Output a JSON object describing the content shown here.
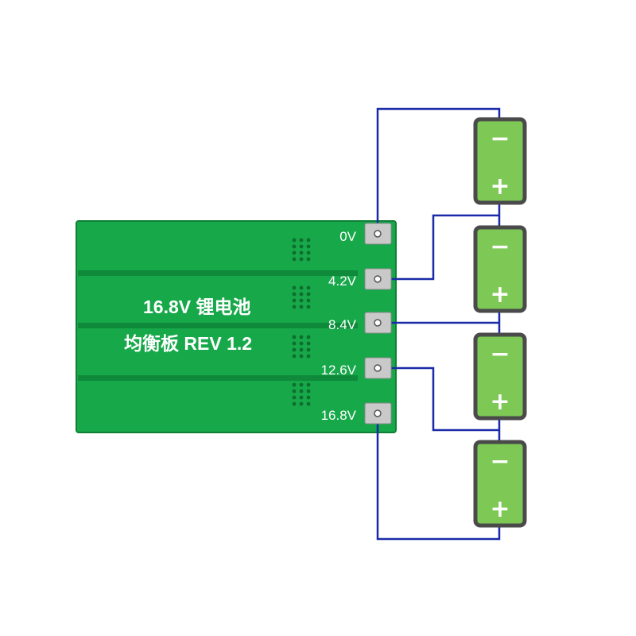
{
  "board": {
    "title_line1": "16.8V 锂电池",
    "title_line2": "均衡板 REV 1.2",
    "pad_labels": [
      "0V",
      "4.2V",
      "8.4V",
      "12.6V",
      "16.8V"
    ]
  },
  "cells": [
    {
      "top_symbol": "−",
      "bottom_symbol": "+"
    },
    {
      "top_symbol": "−",
      "bottom_symbol": "+"
    },
    {
      "top_symbol": "−",
      "bottom_symbol": "+"
    },
    {
      "top_symbol": "−",
      "bottom_symbol": "+"
    }
  ],
  "colors": {
    "pcb": "#17a84a",
    "pcb_dark": "#0f7f36",
    "wire": "#1a2aa8",
    "battery_fill": "#7ec855",
    "battery_outline": "#4a4a4a",
    "pad": "#c9c9c9"
  }
}
